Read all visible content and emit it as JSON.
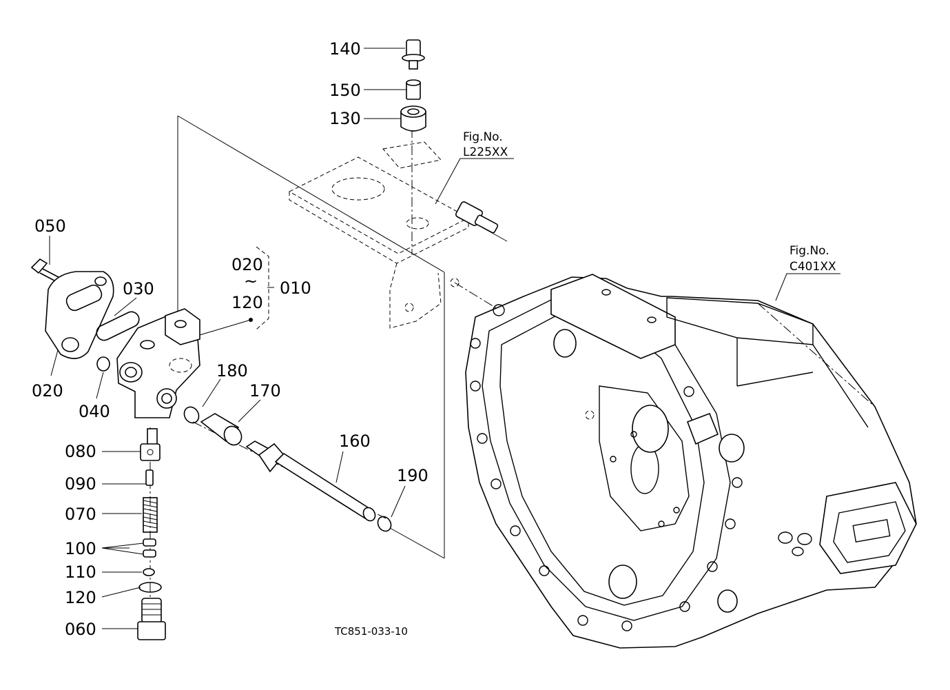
{
  "callouts": {
    "p140": "140",
    "p150": "150",
    "p130": "130",
    "p050": "050",
    "p030": "030",
    "p020_group": "020",
    "tilde": "~",
    "p120_group": "120",
    "p010": "010",
    "p020": "020",
    "p040": "040",
    "p180": "180",
    "p170": "170",
    "p160": "160",
    "p190": "190",
    "p080": "080",
    "p090": "090",
    "p070": "070",
    "p100": "100",
    "p110": "110",
    "p120": "120",
    "p060": "060"
  },
  "references": {
    "l225_title": "Fig.No.",
    "l225_code": "L225XX",
    "c401_title": "Fig.No.",
    "c401_code": "C401XX"
  },
  "drawing_code": "TC851-033-10"
}
